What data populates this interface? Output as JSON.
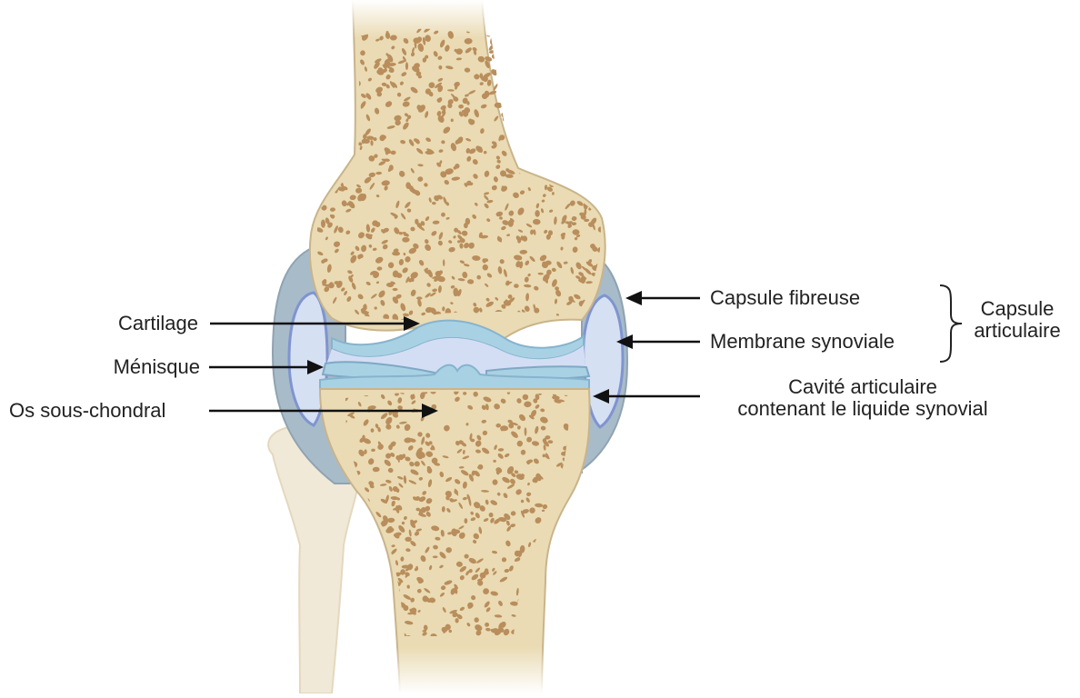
{
  "labels": {
    "cartilage": "Cartilage",
    "menisque": "Ménisque",
    "os_sous_chondral": "Os sous-chondral",
    "capsule_fibreuse": "Capsule fibreuse",
    "membrane_synoviale": "Membrane synoviale",
    "capsule_articulaire_line1": "Capsule",
    "capsule_articulaire_line2": "articulaire",
    "cavite_line1": "Cavité articulaire",
    "cavite_line2": "contenant le liquide synovial"
  },
  "colors": {
    "bone": "#EADBB4",
    "bone_outline": "#C9B48A",
    "bone_spots": "#B98E5C",
    "capsule_fibreuse": "#9FB6C4",
    "synovial_fluid": "#D4DEF2",
    "synovial_membrane": "#7F94D0",
    "cartilage": "#A9D1E4",
    "arrow": "#111111"
  }
}
